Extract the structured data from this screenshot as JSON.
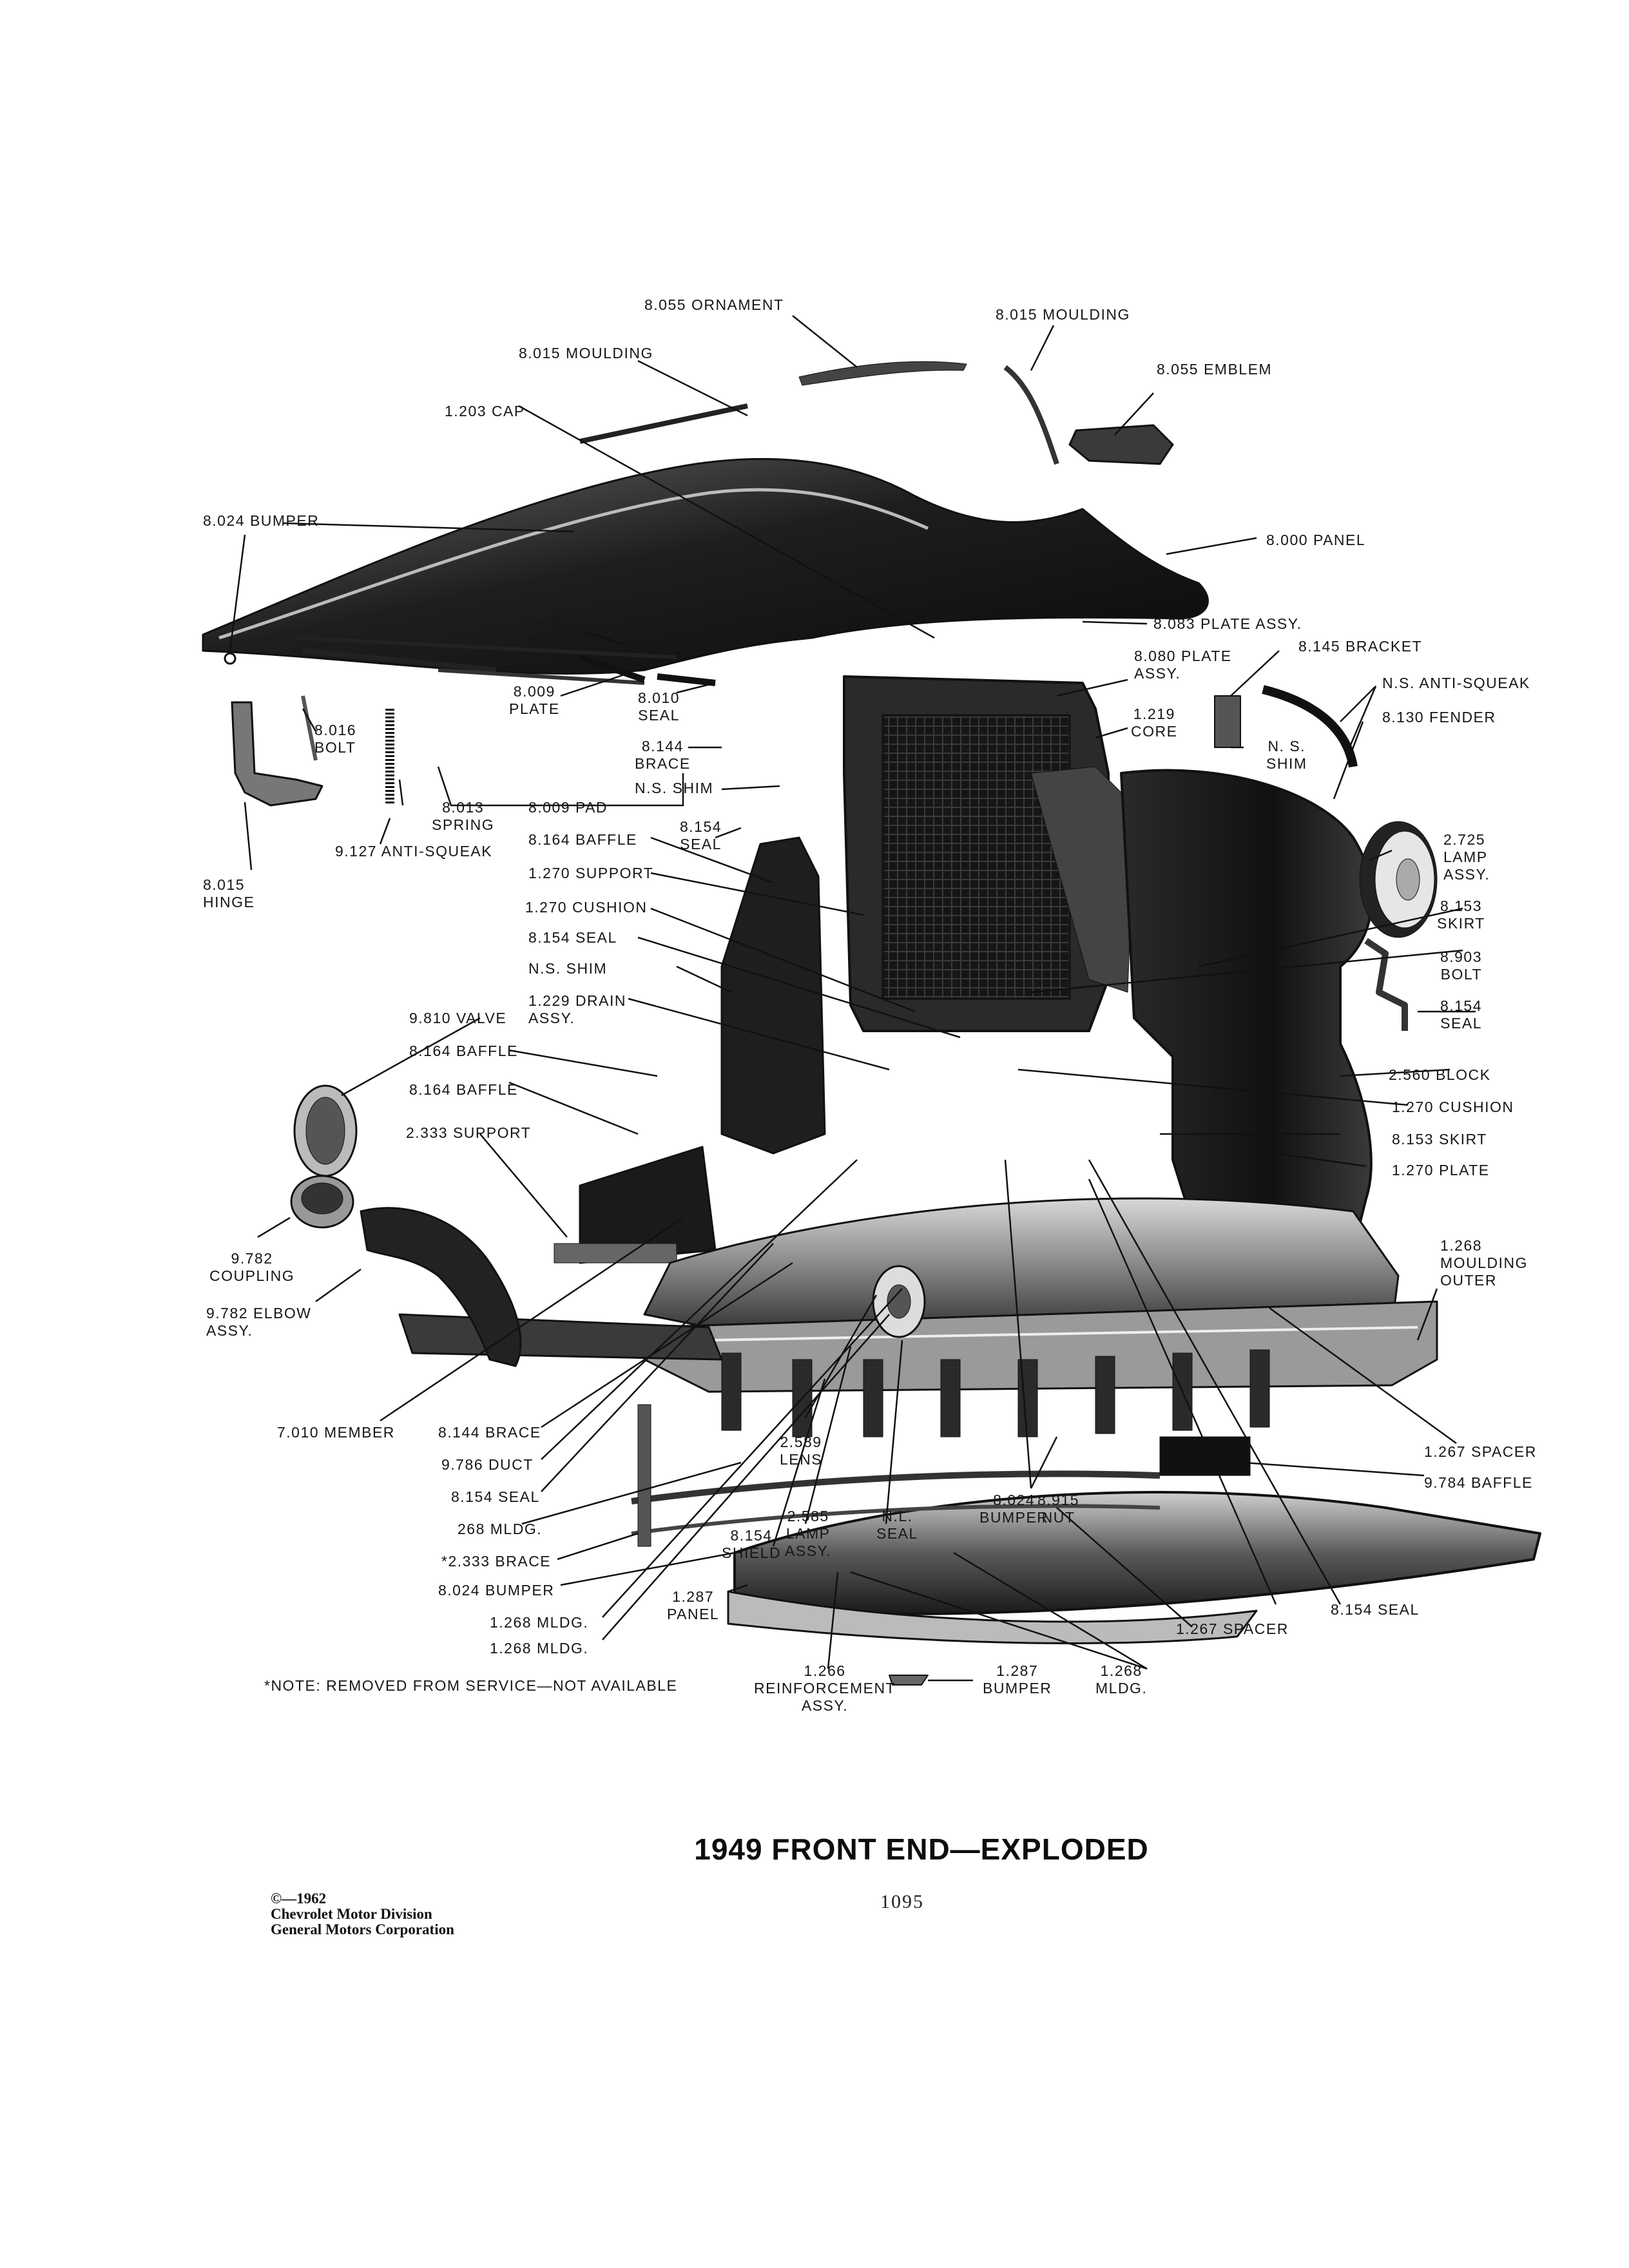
{
  "diagram": {
    "title": "1949 FRONT END—EXPLODED",
    "page_number": "1095",
    "copyright": [
      "©—1962",
      "Chevrolet Motor Division",
      "General Motors Corporation"
    ],
    "note": "*NOTE: REMOVED FROM SERVICE—NOT AVAILABLE",
    "parts": [
      {
        "id": "ornament",
        "lines": [
          "8.055 ORNAMENT"
        ]
      },
      {
        "id": "moulding-top-right",
        "lines": [
          "8.015 MOULDING"
        ]
      },
      {
        "id": "moulding-top-left",
        "lines": [
          "8.015 MOULDING"
        ]
      },
      {
        "id": "emblem",
        "lines": [
          "8.055 EMBLEM"
        ]
      },
      {
        "id": "cap",
        "lines": [
          "1.203 CAP"
        ]
      },
      {
        "id": "bumper-hood",
        "lines": [
          "8.024 BUMPER"
        ]
      },
      {
        "id": "panel-hood",
        "lines": [
          "8.000 PANEL"
        ]
      },
      {
        "id": "baffle-hood",
        "lines": [
          "8.010",
          "BAFFLE"
        ]
      },
      {
        "id": "plate-assy-hood",
        "lines": [
          "8.083 PLATE ASSY."
        ]
      },
      {
        "id": "bracket",
        "lines": [
          "8.145 BRACKET"
        ]
      },
      {
        "id": "plate-assy-2",
        "lines": [
          "8.080 PLATE",
          "ASSY."
        ]
      },
      {
        "id": "anti-squeak-fender",
        "lines": [
          "N.S. ANTI-SQUEAK"
        ]
      },
      {
        "id": "plate-8009",
        "lines": [
          "8.009",
          "PLATE"
        ]
      },
      {
        "id": "seal-8010",
        "lines": [
          "8.010",
          "SEAL"
        ]
      },
      {
        "id": "core",
        "lines": [
          "1.219",
          "CORE"
        ]
      },
      {
        "id": "fender",
        "lines": [
          "8.130 FENDER"
        ]
      },
      {
        "id": "bolt-8016",
        "lines": [
          "8.016",
          "BOLT"
        ]
      },
      {
        "id": "brace-8144-top",
        "lines": [
          "8.144",
          "BRACE"
        ]
      },
      {
        "id": "shim-right",
        "lines": [
          "N. S.",
          "SHIM"
        ]
      },
      {
        "id": "shim-mid",
        "lines": [
          "N.S. SHIM"
        ]
      },
      {
        "id": "spring",
        "lines": [
          "8.013",
          "SPRING"
        ]
      },
      {
        "id": "pad",
        "lines": [
          "8.009 PAD"
        ]
      },
      {
        "id": "seal-8154-top",
        "lines": [
          "8.154",
          "SEAL"
        ]
      },
      {
        "id": "anti-squeak-9127",
        "lines": [
          "9.127 ANTI-SQUEAK"
        ]
      },
      {
        "id": "baffle-8164-a",
        "lines": [
          "8.164 BAFFLE"
        ]
      },
      {
        "id": "lamp-assy",
        "lines": [
          "2.725",
          "LAMP",
          "ASSY."
        ]
      },
      {
        "id": "hinge",
        "lines": [
          "8.015",
          "HINGE"
        ]
      },
      {
        "id": "support-1270",
        "lines": [
          "1.270 SUPPORT"
        ]
      },
      {
        "id": "skirt-8153-r",
        "lines": [
          "8.153",
          "SKIRT"
        ]
      },
      {
        "id": "cushion-1270-a",
        "lines": [
          "1.270 CUSHION"
        ]
      },
      {
        "id": "seal-8154-mid",
        "lines": [
          "8.154 SEAL"
        ]
      },
      {
        "id": "bolt-8903",
        "lines": [
          "8.903",
          "BOLT"
        ]
      },
      {
        "id": "shim-ns-left",
        "lines": [
          "N.S. SHIM"
        ]
      },
      {
        "id": "seal-8154-right",
        "lines": [
          "8.154",
          "SEAL"
        ]
      },
      {
        "id": "drain-assy",
        "lines": [
          "1.229 DRAIN",
          "ASSY."
        ]
      },
      {
        "id": "valve",
        "lines": [
          "9.810 VALVE"
        ]
      },
      {
        "id": "baffle-8164-b",
        "lines": [
          "8.164 BAFFLE"
        ]
      },
      {
        "id": "block",
        "lines": [
          "2.560 BLOCK"
        ]
      },
      {
        "id": "baffle-8164-c",
        "lines": [
          "8.164 BAFFLE"
        ]
      },
      {
        "id": "cushion-1270-b",
        "lines": [
          "1.270 CUSHION"
        ]
      },
      {
        "id": "support-2333",
        "lines": [
          "2.333 SUPPORT"
        ]
      },
      {
        "id": "skirt-8153",
        "lines": [
          "8.153 SKIRT"
        ]
      },
      {
        "id": "plate-1270",
        "lines": [
          "1.270 PLATE"
        ]
      },
      {
        "id": "moulding-outer",
        "lines": [
          "1.268",
          "MOULDING",
          "OUTER"
        ]
      },
      {
        "id": "coupling",
        "lines": [
          "9.782",
          "COUPLING"
        ]
      },
      {
        "id": "elbow-assy",
        "lines": [
          "9.782 ELBOW",
          "ASSY."
        ]
      },
      {
        "id": "member",
        "lines": [
          "7.010 MEMBER"
        ]
      },
      {
        "id": "brace-8144-low",
        "lines": [
          "8.144 BRACE"
        ]
      },
      {
        "id": "lens",
        "lines": [
          "2.589",
          "LENS"
        ]
      },
      {
        "id": "spacer-1267-r",
        "lines": [
          "1.267 SPACER"
        ]
      },
      {
        "id": "duct",
        "lines": [
          "9.786 DUCT"
        ]
      },
      {
        "id": "baffle-9784",
        "lines": [
          "9.784 BAFFLE"
        ]
      },
      {
        "id": "seal-8154-low",
        "lines": [
          "8.154 SEAL"
        ]
      },
      {
        "id": "bumper-8024-c",
        "lines": [
          "8.024",
          "BUMPER"
        ]
      },
      {
        "id": "nut",
        "lines": [
          "8.915",
          "NUT"
        ]
      },
      {
        "id": "mldg-268",
        "lines": [
          "268 MLDG."
        ]
      },
      {
        "id": "lamp-assy-2585",
        "lines": [
          "2.585",
          "LAMP",
          "ASSY."
        ]
      },
      {
        "id": "nl-seal",
        "lines": [
          "N.L.",
          "SEAL"
        ]
      },
      {
        "id": "shield",
        "lines": [
          "8.154",
          "SHIELD"
        ]
      },
      {
        "id": "brace-2333",
        "lines": [
          "*2.333 BRACE"
        ]
      },
      {
        "id": "bumper-8024-l",
        "lines": [
          "8.024 BUMPER"
        ]
      },
      {
        "id": "panel-1287",
        "lines": [
          "1.287",
          "PANEL"
        ]
      },
      {
        "id": "seal-8154-br",
        "lines": [
          "8.154 SEAL"
        ]
      },
      {
        "id": "mldg-1268-a",
        "lines": [
          "1.268 MLDG."
        ]
      },
      {
        "id": "spacer-1267-b",
        "lines": [
          "1.267 SPACER"
        ]
      },
      {
        "id": "mldg-1268-b",
        "lines": [
          "1.268 MLDG."
        ]
      },
      {
        "id": "reinforcement",
        "lines": [
          "1.266",
          "REINFORCEMENT",
          "ASSY."
        ]
      },
      {
        "id": "bumper-1287",
        "lines": [
          "1.287",
          "BUMPER"
        ]
      },
      {
        "id": "mldg-1268-c",
        "lines": [
          "1.268",
          "MLDG."
        ]
      }
    ]
  }
}
